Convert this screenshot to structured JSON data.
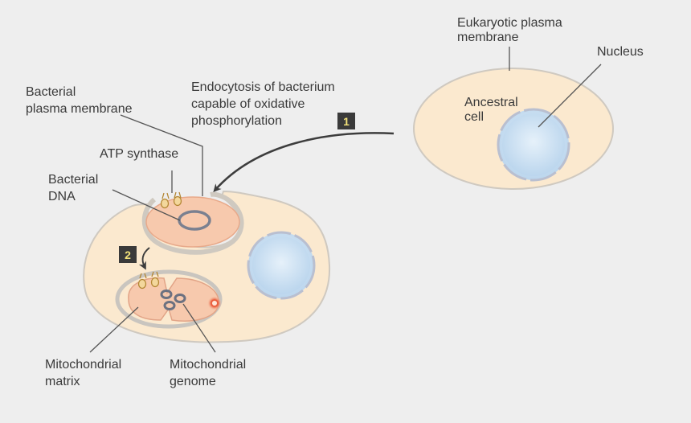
{
  "colors": {
    "background": "#eeeeee",
    "cell_fill": "#fbe9cf",
    "cell_stroke": "#c9c5bf",
    "nucleus_fill": "#cfe3f3",
    "bacterium_fill": "#f7c9ad",
    "dna_ring": "#7a8090",
    "atp_synthase": "#e0b35a",
    "arrow": "#3d3d3d",
    "step_badge": "#3a3a3a",
    "step_number": "#f3e27a",
    "red_spot": "#e8502f"
  },
  "labels": {
    "eukaryotic_membrane": [
      "Eukaryotic plasma",
      "membrane"
    ],
    "nucleus": "Nucleus",
    "ancestral_cell": [
      "Ancestral",
      "cell"
    ],
    "endocytosis": [
      "Endocytosis of bacterium",
      "capable of oxidative",
      "phosphorylation"
    ],
    "bacterial_membrane": [
      "Bacterial",
      "plasma membrane"
    ],
    "atp_synthase": "ATP synthase",
    "bacterial_dna": [
      "Bacterial",
      "DNA"
    ],
    "mito_matrix": [
      "Mitochondrial",
      "matrix"
    ],
    "mito_genome": [
      "Mitochondrial",
      "genome"
    ]
  },
  "steps": {
    "step1": "1",
    "step2": "2"
  },
  "icons": {
    "atp_synthase": "atp-synthase-icon",
    "dna_ring": "dna-ring-icon",
    "arrow": "curved-arrow-icon"
  }
}
